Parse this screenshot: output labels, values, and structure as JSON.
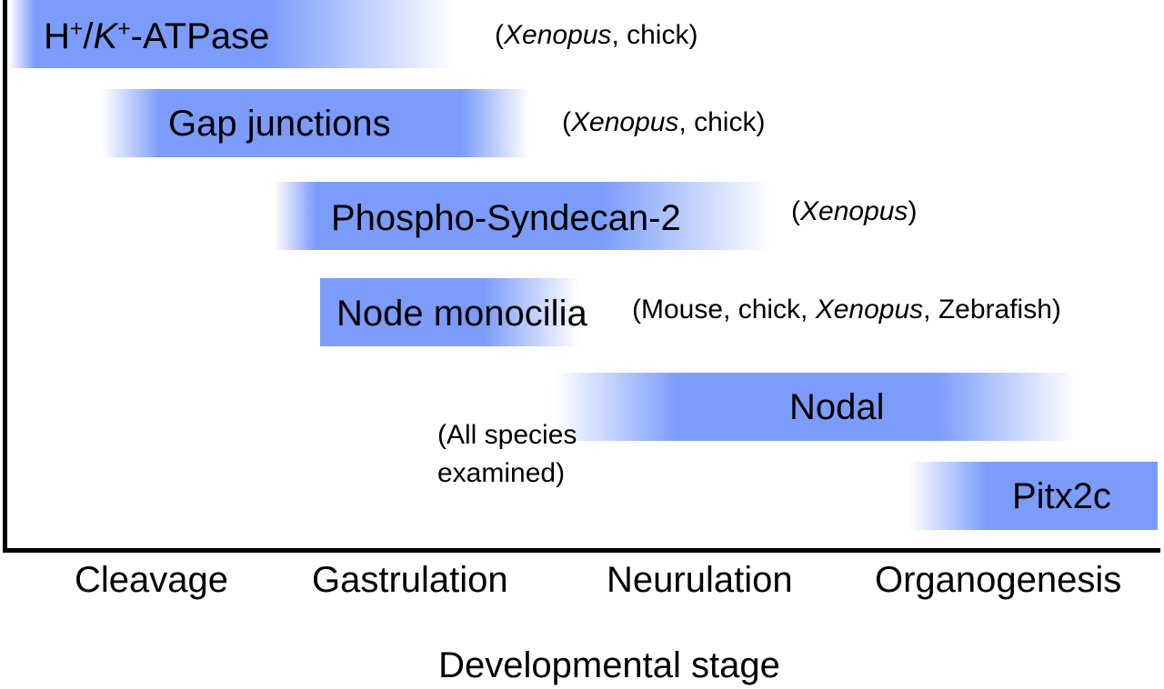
{
  "chart_data": {
    "type": "timeline-bars",
    "title": "",
    "xlabel": "Developmental stage",
    "stages": [
      "Cleavage",
      "Gastrulation",
      "Neurulation",
      "Organogenesis"
    ],
    "bar_color": "#7b9cfb",
    "bars": [
      {
        "name": "H+/K+-ATPase",
        "label_parts": [
          "H",
          "+",
          "/",
          "K",
          "+",
          "-ATPase"
        ],
        "species": [
          {
            "text": "(",
            "italic": false
          },
          {
            "text": "Xenopus",
            "italic": true
          },
          {
            "text": ", chick)",
            "italic": false
          }
        ],
        "start_stage": 0.0,
        "end_stage": 1.45,
        "fade_start": false,
        "fade_end": true
      },
      {
        "name": "Gap junctions",
        "species": [
          {
            "text": "(",
            "italic": false
          },
          {
            "text": "Xenopus",
            "italic": true
          },
          {
            "text": ", chick)",
            "italic": false
          }
        ],
        "start_stage": 0.35,
        "end_stage": 1.7,
        "fade_start": true,
        "fade_end": true
      },
      {
        "name": "Phospho-Syndecan-2",
        "species": [
          {
            "text": "(",
            "italic": false
          },
          {
            "text": "Xenopus",
            "italic": true
          },
          {
            "text": ")",
            "italic": false
          }
        ],
        "start_stage": 0.95,
        "end_stage": 2.6,
        "fade_start": true,
        "fade_end": true
      },
      {
        "name": "Node monocilia",
        "species": [
          {
            "text": "(Mouse, chick, ",
            "italic": false
          },
          {
            "text": "Xenopus",
            "italic": true
          },
          {
            "text": ", Zebrafish)",
            "italic": false
          }
        ],
        "start_stage": 1.1,
        "end_stage": 1.95,
        "fade_start": false,
        "fade_end": true
      },
      {
        "name": "Nodal",
        "species": [
          {
            "text": "(All species",
            "italic": false
          },
          {
            "text": "examined)",
            "italic": false
          }
        ],
        "start_stage": 1.9,
        "end_stage": 3.6,
        "fade_start": true,
        "fade_end": true
      },
      {
        "name": "Pitx2c",
        "species": [],
        "start_stage": 3.1,
        "end_stage": 4.0,
        "fade_start": true,
        "fade_end": false
      }
    ]
  }
}
